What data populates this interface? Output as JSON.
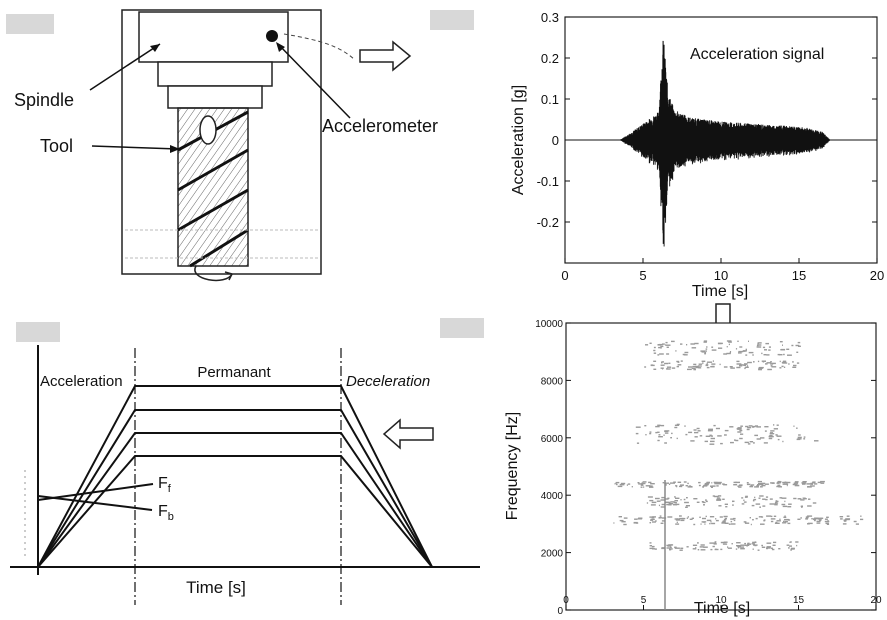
{
  "spindle_panel": {
    "spindle_label": "Spindle",
    "tool_label": "Tool",
    "accelerometer_label": "Accelerometer"
  },
  "signal_chart": {
    "chart_data": {
      "type": "line",
      "title": "Acceleration signal",
      "xlabel": "Time [s]",
      "ylabel": "Acceleration [g]",
      "xlim": [
        0,
        20
      ],
      "ylim": [
        -0.3,
        0.3
      ],
      "x_ticks": [
        "0",
        "5",
        "10",
        "15",
        "20"
      ],
      "y_ticks": [
        "0.3",
        "0.2",
        "0.1",
        "0",
        "-0.1",
        "-0.2"
      ],
      "envelope": {
        "x": [
          0,
          3.5,
          4,
          5,
          6,
          6.3,
          6.6,
          7,
          8,
          10,
          12,
          14,
          15.5,
          16.5,
          17,
          20
        ],
        "amp": [
          0,
          0,
          0.012,
          0.04,
          0.07,
          0.26,
          0.12,
          0.075,
          0.055,
          0.045,
          0.04,
          0.035,
          0.03,
          0.02,
          0,
          0
        ]
      }
    }
  },
  "spectrogram_chart": {
    "chart_data": {
      "type": "heatmap",
      "xlabel": "Time [s]",
      "ylabel": "Frequency [Hz]",
      "xlim": [
        0,
        20
      ],
      "ylim": [
        0,
        10000
      ],
      "x_ticks": [
        "0",
        "5",
        "10",
        "15",
        "20"
      ],
      "y_ticks": [
        "10000",
        "8000",
        "6000",
        "4000",
        "2000",
        "0"
      ],
      "bands": [
        {
          "x": [
            5,
            15
          ],
          "y": [
            8900,
            9400
          ]
        },
        {
          "x": [
            5,
            15
          ],
          "y": [
            8400,
            8700
          ]
        },
        {
          "x": [
            4.5,
            16
          ],
          "y": [
            5800,
            6500
          ]
        },
        {
          "x": [
            3,
            17
          ],
          "y": [
            4300,
            4500
          ]
        },
        {
          "x": [
            5,
            16
          ],
          "y": [
            3600,
            4000
          ]
        },
        {
          "x": [
            3,
            19
          ],
          "y": [
            3000,
            3300
          ]
        },
        {
          "x": [
            5,
            15
          ],
          "y": [
            2100,
            2400
          ]
        }
      ]
    }
  },
  "force_diagram": {
    "phase_acceleration": "Acceleration",
    "phase_permanent": "Permanant",
    "phase_deceleration": "Deceleration",
    "ff_label": "F",
    "ff_sub": "f",
    "fb_label": "F",
    "fb_sub": "b",
    "xlabel": "Time [s]"
  }
}
